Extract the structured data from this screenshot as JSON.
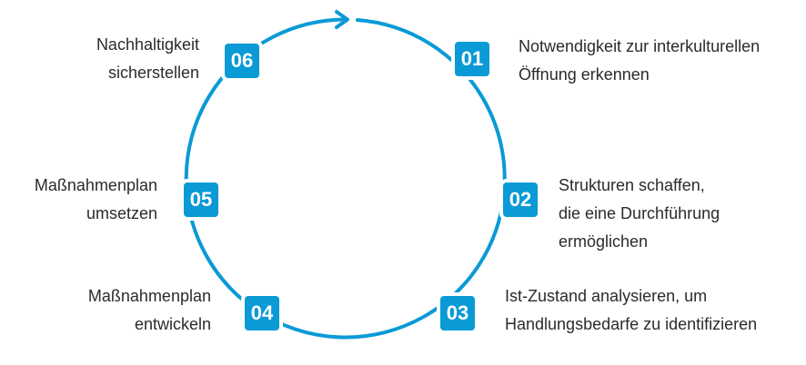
{
  "colors": {
    "accent": "#0a9ad6",
    "text": "#2b2b2b"
  },
  "steps": [
    {
      "number": "01",
      "lines": [
        "Notwendigkeit zur interkulturellen",
        "Öffnung erkennen"
      ]
    },
    {
      "number": "02",
      "lines": [
        "Strukturen schaffen,",
        "die eine Durchführung",
        "ermöglichen"
      ]
    },
    {
      "number": "03",
      "lines": [
        "Ist-Zustand analysieren, um",
        "Handlungsbedarfe zu identifizieren"
      ]
    },
    {
      "number": "04",
      "lines": [
        "Maßnahmenplan",
        "entwickeln"
      ]
    },
    {
      "number": "05",
      "lines": [
        "Maßnahmenplan",
        "umsetzen"
      ]
    },
    {
      "number": "06",
      "lines": [
        "Nachhaltigkeit",
        "sicherstellen"
      ]
    }
  ]
}
